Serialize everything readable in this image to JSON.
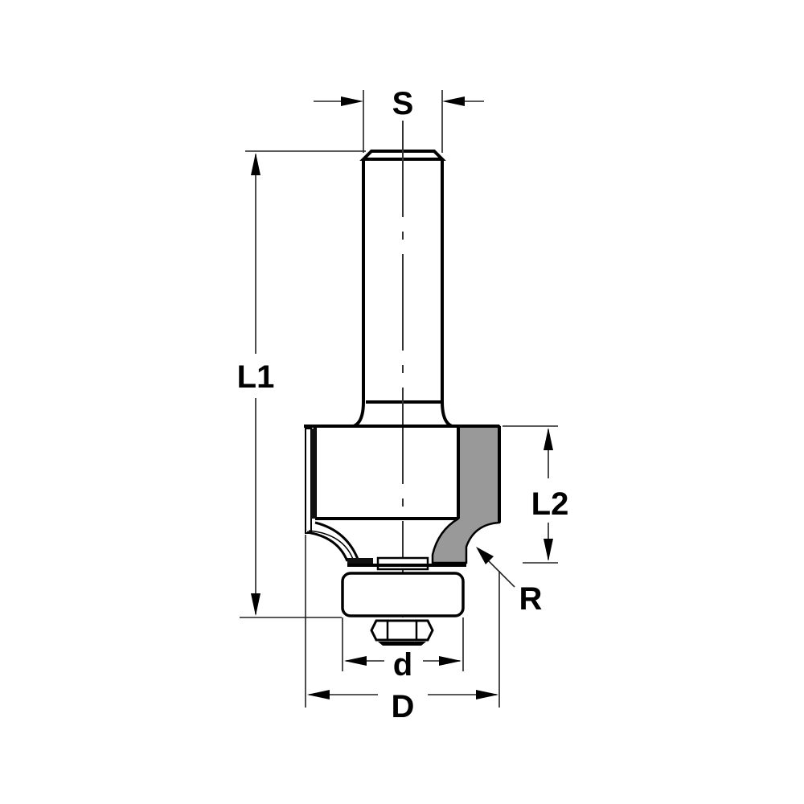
{
  "diagram": {
    "title": "Router bit with bearing - dimension drawing",
    "labels": {
      "shank_diameter": "S",
      "overall_length": "L1",
      "cutting_length": "L2",
      "radius": "R",
      "bearing_diameter": "d",
      "cutting_diameter": "D"
    },
    "colors": {
      "line": "#000000",
      "cutter_fill": "#999999",
      "background": "#ffffff"
    },
    "parts": [
      "shank",
      "cutter-body",
      "carbide-edge",
      "bearing",
      "nut"
    ]
  }
}
